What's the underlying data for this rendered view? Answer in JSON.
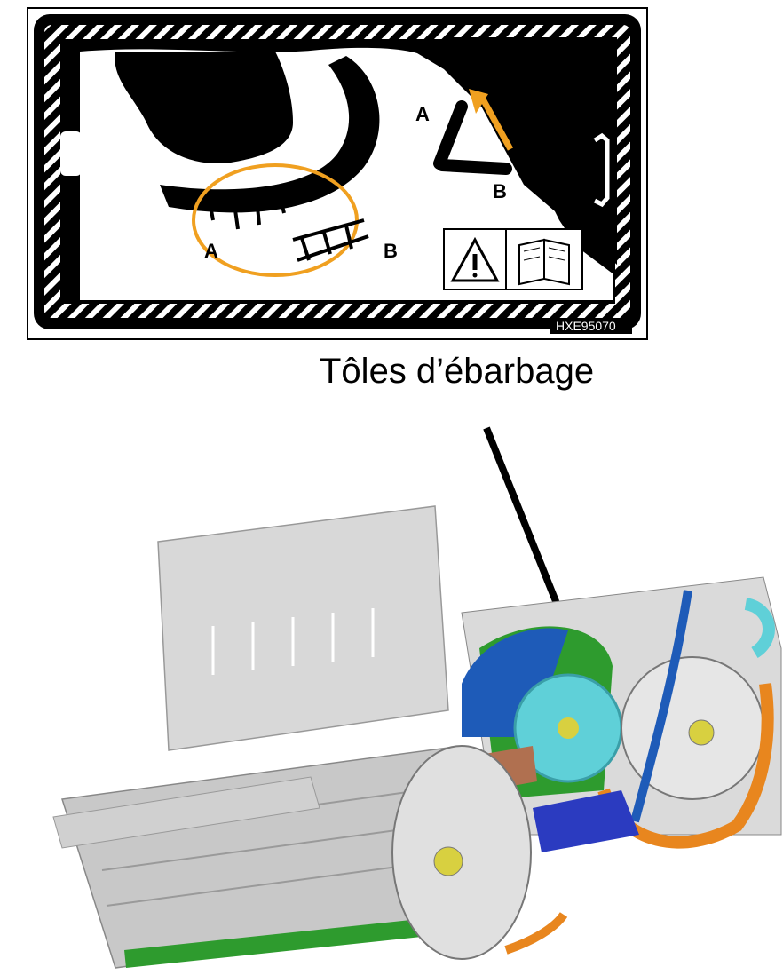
{
  "decal": {
    "label_a": "A",
    "label_b": "B",
    "label_a2": "A",
    "label_b2": "B",
    "part_number": "HXE95070",
    "warning_icon": "warning-triangle-icon",
    "manual_icon": "operator-manual-icon",
    "colors": {
      "highlight": "#F0A020",
      "decal_black": "#000000"
    }
  },
  "caption": "Tôles d’ébarbage",
  "machine": {
    "colors": {
      "panel_grey": "#D8D8D8",
      "green": "#2E9B2E",
      "blue": "#1E5BB8",
      "cyan": "#5FD0D8",
      "orange": "#E8861E",
      "brown": "#B07050",
      "shaft_yellow": "#D8D040"
    }
  }
}
